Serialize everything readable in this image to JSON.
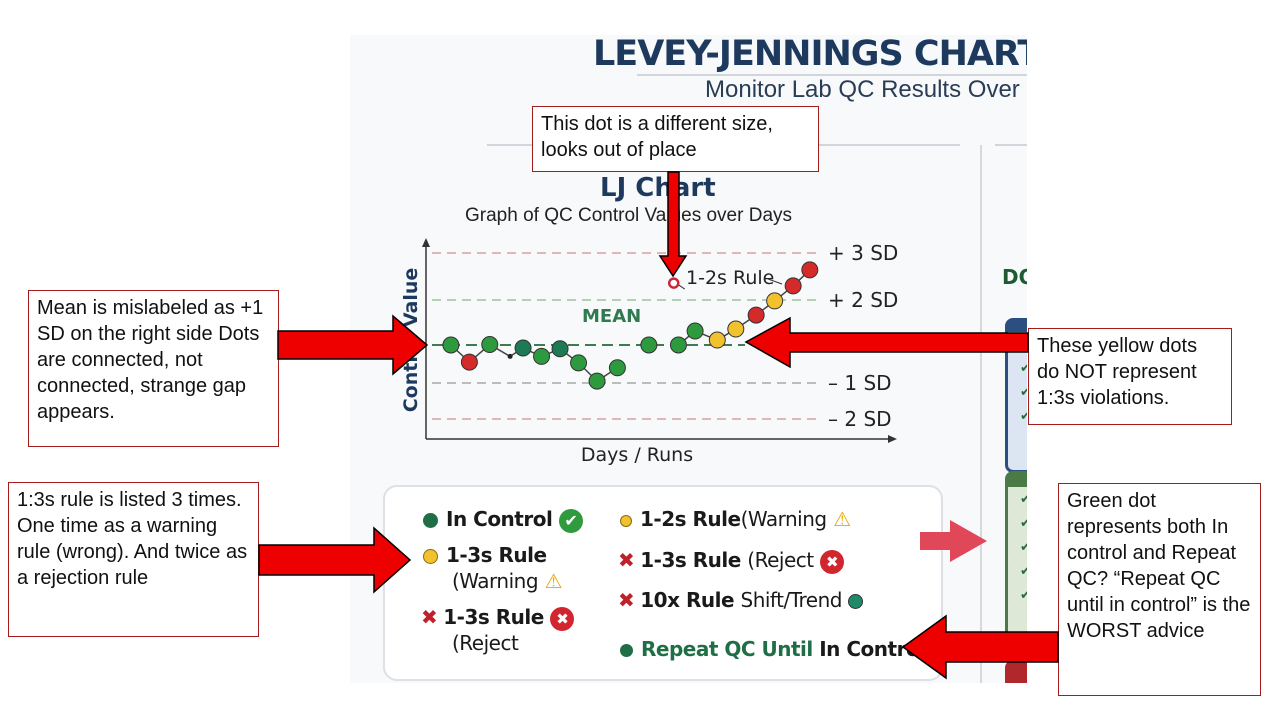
{
  "infographic": {
    "title": "LEVEY-JENNINGS CHART",
    "subtitle": "Monitor Lab QC Results Over",
    "section_title": "LJ Chart",
    "chart_subtitle": "Graph of QC Control Values over Days",
    "right_section_title": "DO",
    "legend": {
      "in_control": "In Control",
      "rule_12s": "1-2s Rule",
      "rule_12s_note": "(Warning",
      "rule_13s_warn": "1-3s Rule",
      "rule_13s_warn_note": "(Warning",
      "rule_13s_reject_b": "1-3s Rule",
      "rule_13s_reject_b_note": "(Reject",
      "rule_13s_reject_a": "1-3s Rule",
      "rule_13s_reject_a_note": "(Reject",
      "rule_10x": "10x Rule",
      "rule_10x_note": "Shift/Trend",
      "repeat_a": "Repeat QC Until",
      "repeat_b": "In Control"
    }
  },
  "chart_data": {
    "type": "scatter",
    "xlabel": "Days / Runs",
    "ylabel": "Control Value",
    "reference_lines": [
      {
        "label": "+ 3 SD",
        "value": 3,
        "color": "#d9a0a0"
      },
      {
        "label": "+ 2 SD",
        "value": 2,
        "color": "#9cc29c"
      },
      {
        "label": "MEAN",
        "value": 0,
        "color": "#3f7a52"
      },
      {
        "label": "– 1 SD",
        "value": -1,
        "color": "#a8a8a8"
      },
      {
        "label": "– 2 SD",
        "value": -2,
        "color": "#d9a0a0"
      }
    ],
    "mean_label": "MEAN",
    "annotation": "1-2s Rule",
    "points": [
      {
        "x": 1.4,
        "y": 0,
        "status": "green"
      },
      {
        "x": 2.4,
        "y": -0.45,
        "status": "red"
      },
      {
        "x": 3.5,
        "y": 0.02,
        "status": "green"
      },
      {
        "x": 4.6,
        "y": -0.3,
        "status": "small"
      },
      {
        "x": 5.3,
        "y": -0.08,
        "status": "darkgreen"
      },
      {
        "x": 6.3,
        "y": -0.3,
        "status": "green"
      },
      {
        "x": 7.3,
        "y": -0.1,
        "status": "darkgreen"
      },
      {
        "x": 8.3,
        "y": -0.47,
        "status": "green"
      },
      {
        "x": 9.3,
        "y": -0.95,
        "status": "green"
      },
      {
        "x": 10.4,
        "y": -0.6,
        "status": "green"
      },
      {
        "x": 12.1,
        "y": 0,
        "status": "green"
      },
      {
        "x": 13.7,
        "y": 0,
        "status": "green"
      },
      {
        "x": 14.6,
        "y": 0.62,
        "status": "green"
      },
      {
        "x": 15.8,
        "y": 0.22,
        "status": "yellow"
      },
      {
        "x": 16.8,
        "y": 0.71,
        "status": "yellow"
      },
      {
        "x": 17.9,
        "y": 1.33,
        "status": "red"
      },
      {
        "x": 18.9,
        "y": 1.96,
        "status": "yellow"
      },
      {
        "x": 19.9,
        "y": 2.3,
        "status": "red"
      },
      {
        "x": 20.8,
        "y": 2.64,
        "status": "red"
      }
    ],
    "outlier_point": {
      "x": 13.5,
      "y": 2.36,
      "status": "open-red"
    },
    "colors": {
      "green": "#2e9a3e",
      "darkgreen": "#1e7a55",
      "red": "#d42a2a",
      "yellow": "#f2c12e",
      "small": "#222222"
    }
  },
  "callouts": {
    "dot_size": "This dot is a different size, looks out of place",
    "mean": "Mean is mislabeled as +1 SD on the right side Dots are connected, not connected, strange gap appears.",
    "yellow": "These yellow dots do NOT represent 1:3s violations.",
    "rule13s": "1:3s rule is listed 3 times. One time as a warning rule (wrong). And twice as a rejection rule",
    "green": "Green dot represents both In control and Repeat QC? “Repeat QC until in control” is the WORST advice"
  },
  "colors": {
    "arrow": "#ee0000",
    "callout_border": "#a31d1d",
    "title": "#1d3a5e"
  }
}
